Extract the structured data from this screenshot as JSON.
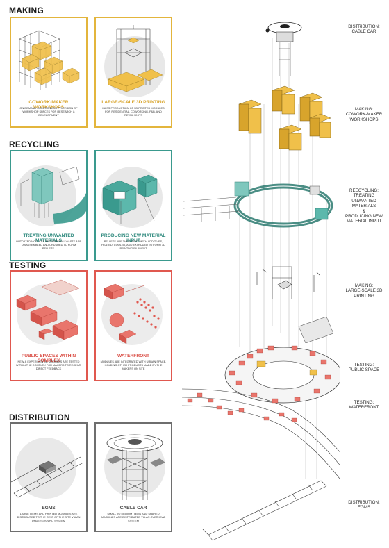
{
  "sections": {
    "making": {
      "title": "MAKING",
      "color": "#e3b53c",
      "cards": [
        {
          "title": "COWORK-MAKER WORKSHOPS",
          "desc": "ON DEMAND CURATION AND PROVISION OF WORKSHOP SPACES FOR RESEARCH & DEVELOPMENT"
        },
        {
          "title": "LARGE-SCALE 3D PRINTING",
          "desc": "MASS PRODUCTION OF 3D PRINTED MODULES FOR RESIDENTIAL, COWORKING, F&B, AND RETAIL UNITS"
        }
      ]
    },
    "recycling": {
      "title": "RECYCLING",
      "color": "#3a9a8e",
      "cards": [
        {
          "title": "TREATING UNWANTED MATERIALS",
          "desc": "OUTDATED MODULES AND MATERIAL WASTE ARE DISASSEMBLED AND CRUSHED TO FORM PELLETS."
        },
        {
          "title": "PRODUCING NEW MATERIAL INPUT",
          "desc": "PELLETS ARE THEN MIXED WITH ADDITIVES, HEATED, COOLED, AND EXTRUDED TO FORM 3D PRINTING FILAMENT"
        }
      ]
    },
    "testing": {
      "title": "TESTING",
      "color": "#e0584f",
      "cards": [
        {
          "title": "PUBLIC SPACES WITHIN COMPLEX",
          "desc": "NEW & EXPERIMENTAL MODULES ARE TESTED WITHIN THE COMPLEX FOR MAKERS TO RECEIVE DIRECT FEEDBACK"
        },
        {
          "title": "WATERFRONT",
          "desc": "MODULES ARE INTEGRATED WITH URBAN SPACE, HOLDING OTHER PRODUCTS MADE BY THE MAKERS ON SITE"
        }
      ]
    },
    "distribution": {
      "title": "DISTRIBUTION",
      "color": "#6e6e6e",
      "cards": [
        {
          "title": "EGMS",
          "desc": "LARGE ITEMS AND PRINTED MODULES ARE DISTRIBUTED TO THE REST OF THE SITE VIA AN UNDERGROUND SYSTEM"
        },
        {
          "title": "CABLE CAR",
          "desc": "SMALL TO MEDIUM ITEMS AND SHARED MACHINES ARE DISTRIBUTED VIA AN OVERHEAD SYSTEM"
        }
      ]
    }
  },
  "stage_labels": [
    {
      "lines": [
        "DISTRIBUTION:",
        "CABLE CAR"
      ]
    },
    {
      "lines": [
        "MAKING:",
        "COWORK-MAKER",
        "WORKSHOPS"
      ]
    },
    {
      "lines": [
        "REECYCLING:",
        "TREATING UNWANTED",
        "MATERIALS",
        "&",
        "PRODUCING NEW",
        "MATERIAL INPUT"
      ]
    },
    {
      "lines": [
        "MAKING:",
        "LARGE-SCALE 3D",
        "PRINTING"
      ]
    },
    {
      "lines": [
        "TESTING:",
        "PUBLIC SPACE"
      ]
    },
    {
      "lines": [
        "TESTING:",
        "WATERFRONT"
      ]
    },
    {
      "lines": [
        "DISTRIBUTION:",
        "EGMS"
      ]
    }
  ]
}
